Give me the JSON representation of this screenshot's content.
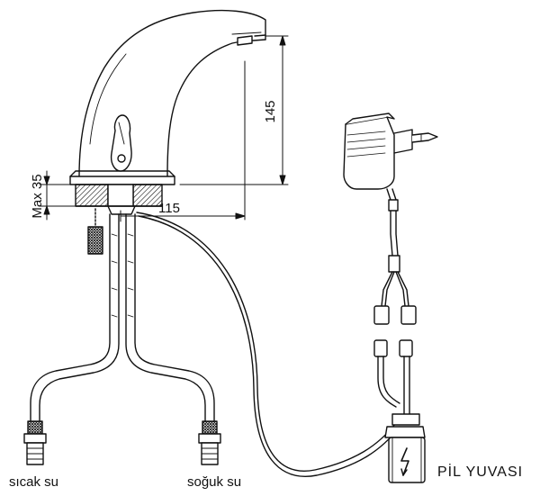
{
  "labels": {
    "hot_water": "sıcak su",
    "cold_water": "soğuk su",
    "battery_box": "PİL YUVASI"
  },
  "dimensions": {
    "height": "145",
    "reach": "115",
    "max_deck": "Max 35"
  },
  "colors": {
    "line": "#111111",
    "background": "#ffffff"
  }
}
